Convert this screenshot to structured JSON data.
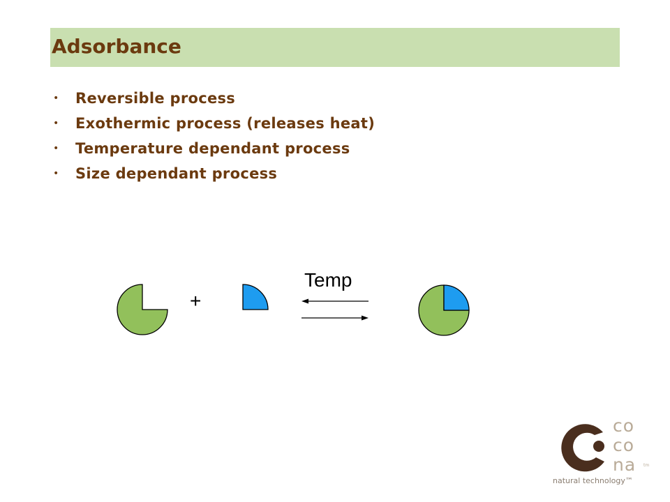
{
  "slide": {
    "title": "Adsorbance",
    "bullet_glyph": "•",
    "bullets": [
      "Reversible process",
      "Exothermic process (releases heat)",
      "Temperature dependant process",
      "Size dependant process"
    ]
  },
  "diagram": {
    "plus": "+",
    "arrow_label": "Temp",
    "colors": {
      "green": "#92c05b",
      "blue": "#1e9cf0",
      "outline": "#000000"
    }
  },
  "logo": {
    "lines": [
      "co",
      "co",
      "na"
    ],
    "trademark": "tm",
    "tagline": "natural technology™",
    "colors": {
      "mark": "#4a2e1e",
      "text": "#b9ab98"
    }
  }
}
